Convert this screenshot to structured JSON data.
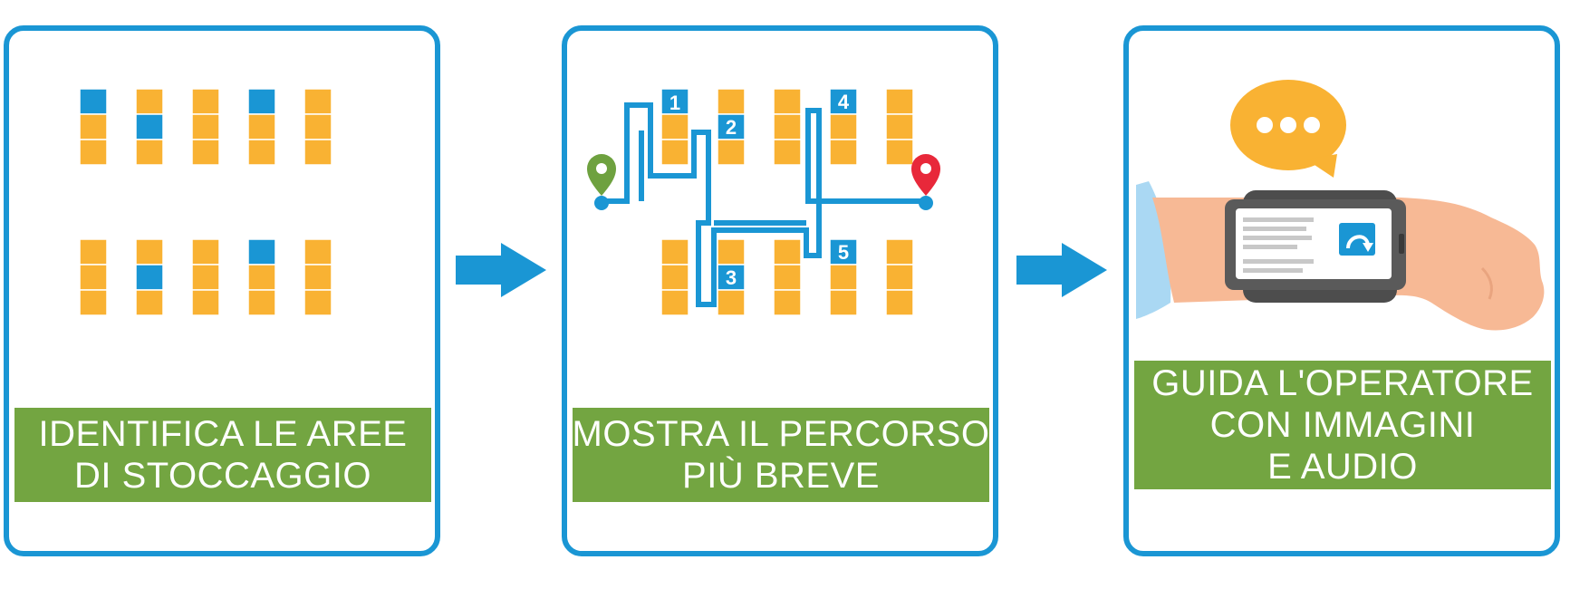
{
  "colors": {
    "border": "#1a96d4",
    "rack": "#f9b233",
    "highlight": "#1a96d4",
    "caption_bg": "#73a541",
    "caption_text": "#ffffff",
    "start_pin": "#6ea13f",
    "end_pin": "#e8283a",
    "skin": "#f7b995",
    "sleeve": "#aad8f3",
    "bubble": "#f9b233"
  },
  "panels": [
    {
      "caption_lines": [
        "IDENTIFICA LE AREE",
        "DI STOCCAGGIO"
      ]
    },
    {
      "caption_lines": [
        "MOSTRA IL PERCORSO",
        "PIÙ BREVE"
      ],
      "stop_labels": [
        "1",
        "2",
        "3",
        "4",
        "5"
      ]
    },
    {
      "caption_lines": [
        "GUIDA L'OPERATORE",
        "CON IMMAGINI",
        "E AUDIO"
      ]
    }
  ],
  "icons": {
    "step_arrow": "right-arrow-icon",
    "start": "green-map-pin-icon",
    "end": "red-map-pin-icon",
    "speech": "speech-bubble-icon",
    "smartwatch": "wrist-device-icon",
    "redo": "redo-arrow-icon"
  }
}
